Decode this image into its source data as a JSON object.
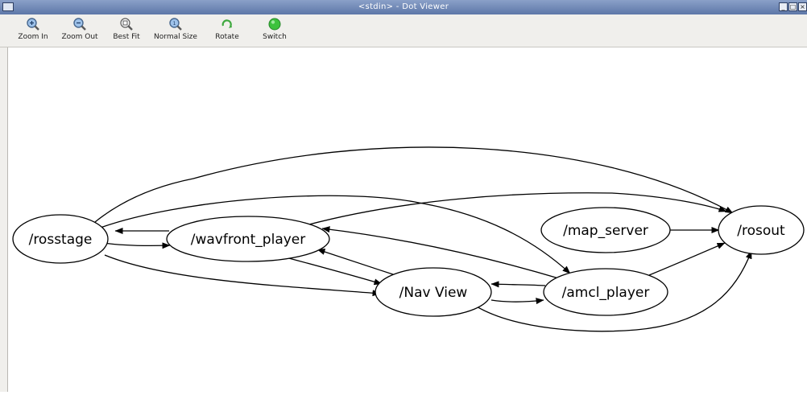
{
  "window": {
    "title": "<stdin> - Dot Viewer",
    "controls": {
      "minimize": "_",
      "maximize": "□",
      "close": "×"
    }
  },
  "toolbar": {
    "zoom_in": {
      "label": "Zoom In",
      "icon": "zoom-in-icon"
    },
    "zoom_out": {
      "label": "Zoom Out",
      "icon": "zoom-out-icon"
    },
    "best_fit": {
      "label": "Best Fit",
      "icon": "zoom-fit-icon"
    },
    "normal_size": {
      "label": "Normal Size",
      "icon": "zoom-100-icon"
    },
    "rotate": {
      "label": "Rotate",
      "icon": "rotate-icon"
    },
    "switch": {
      "label": "Switch",
      "icon": "green-circle-icon"
    }
  },
  "graph": {
    "nodes": {
      "rosstage": "/rosstage",
      "wavfront_player": "/wavfront_player",
      "nav_view": "/Nav View",
      "amcl_player": "/amcl_player",
      "map_server": "/map_server",
      "rosout": "/rosout"
    },
    "edges": [
      [
        "rosstage",
        "rosout"
      ],
      [
        "rosstage",
        "amcl_player"
      ],
      [
        "rosstage",
        "wavfront_player"
      ],
      [
        "rosstage",
        "nav_view"
      ],
      [
        "wavfront_player",
        "rosstage"
      ],
      [
        "wavfront_player",
        "rosout"
      ],
      [
        "wavfront_player",
        "nav_view"
      ],
      [
        "nav_view",
        "wavfront_player"
      ],
      [
        "nav_view",
        "amcl_player"
      ],
      [
        "nav_view",
        "rosout"
      ],
      [
        "amcl_player",
        "nav_view"
      ],
      [
        "amcl_player",
        "wavfront_player"
      ],
      [
        "amcl_player",
        "rosout"
      ],
      [
        "map_server",
        "rosout"
      ]
    ]
  },
  "colors": {
    "edge": "#000000",
    "node_fill": "#ffffff",
    "titlebar": "#6a83b3",
    "toolbar": "#f0efec",
    "switch": "#3cc23c"
  }
}
